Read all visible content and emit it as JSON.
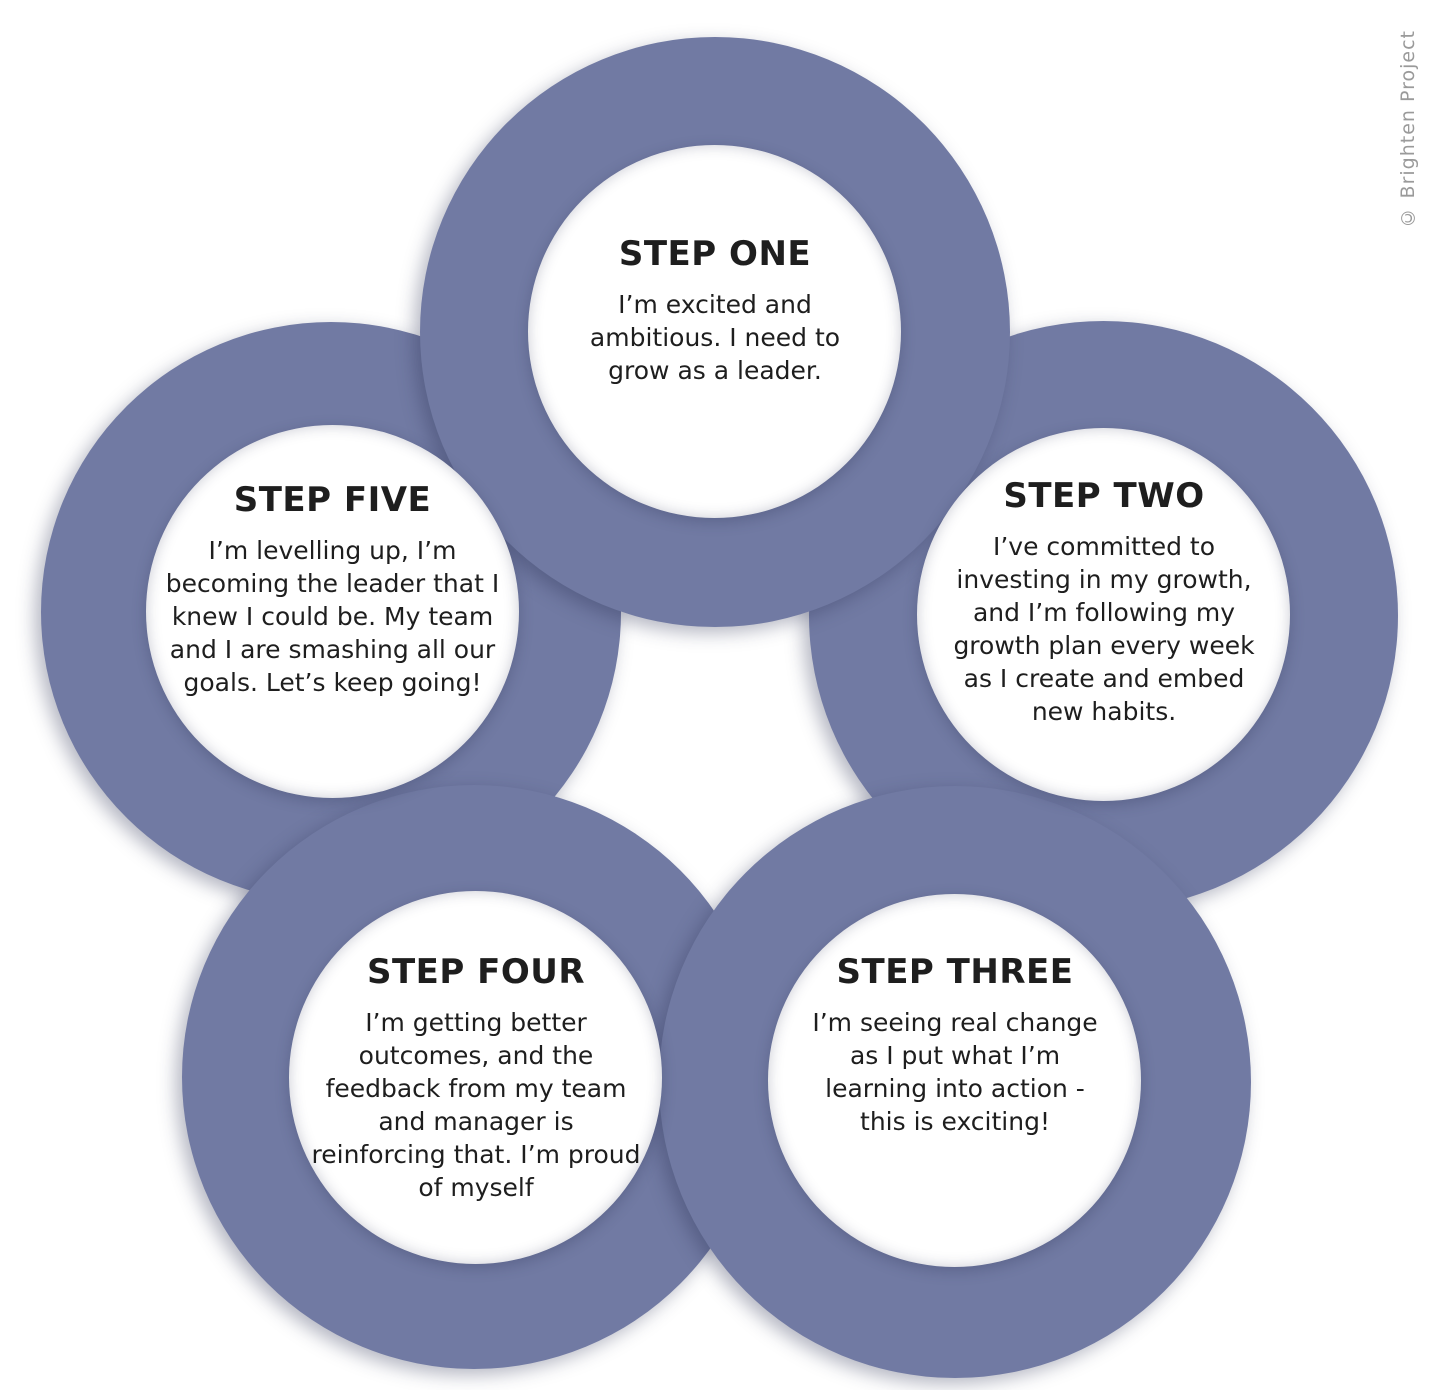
{
  "diagram": {
    "colors": {
      "ring": "#717aa3",
      "inner": "#ffffff",
      "text": "#1e1e1e",
      "credit": "#9a9a9a"
    },
    "steps": [
      {
        "id": "one",
        "title": "STEP ONE",
        "body": "I’m excited and ambitious. I need to grow as a leader."
      },
      {
        "id": "two",
        "title": "STEP TWO",
        "body": "I’ve committed to investing in my growth, and I’m following my growth plan every week as I create and embed new habits."
      },
      {
        "id": "three",
        "title": "STEP THREE",
        "body": "I’m seeing real change as I put what I’m learning into action - this is exciting!"
      },
      {
        "id": "four",
        "title": "STEP FOUR",
        "body": "I’m getting better outcomes, and the feedback from my team and manager is reinforcing that. I’m proud of myself"
      },
      {
        "id": "five",
        "title": "STEP FIVE",
        "body": "I’m levelling up, I’m becoming the leader that I knew I could be. My team and I are smashing all our goals. Let’s keep going!"
      }
    ],
    "credit": "© Brighten Project"
  }
}
